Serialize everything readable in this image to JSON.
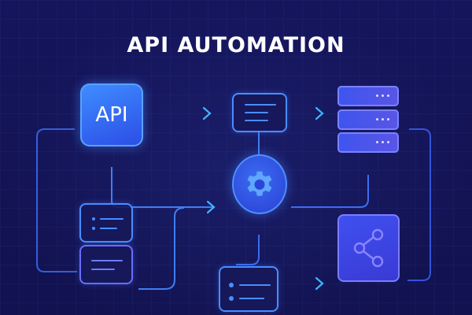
{
  "title": "API AUTOMATION",
  "nodes": {
    "api": {
      "label": "API",
      "icon": "api-block-icon"
    },
    "request_doc": {
      "icon": "document-lines-icon"
    },
    "database": {
      "icon": "server-stack-icon",
      "rows": 3
    },
    "processor": {
      "icon": "gear-icon"
    },
    "list_card": {
      "icon": "bulleted-list-icon"
    },
    "text_card": {
      "icon": "document-lines-icon"
    },
    "bottom_list": {
      "icon": "bulleted-list-icon"
    },
    "share": {
      "icon": "share-nodes-icon"
    }
  },
  "flows": [
    {
      "from": "api",
      "to": "request_doc"
    },
    {
      "from": "request_doc",
      "to": "database"
    },
    {
      "from": "api",
      "to": "processor"
    },
    {
      "from": "request_doc",
      "to": "processor"
    },
    {
      "from": "database",
      "to": "processor"
    },
    {
      "from": "processor",
      "to": "bottom_list"
    },
    {
      "from": "bottom_list",
      "to": "share"
    },
    {
      "from": "share",
      "to": "database"
    },
    {
      "from": "text_card",
      "to": "processor"
    },
    {
      "from": "api",
      "to": "list_card"
    },
    {
      "from": "database",
      "to": "share"
    }
  ],
  "colors": {
    "background": "#14145a",
    "accent_blue": "#4a8dff",
    "accent_violet": "#6b6cff",
    "arrow_cyan": "#3fb5ff",
    "text": "#ffffff"
  }
}
